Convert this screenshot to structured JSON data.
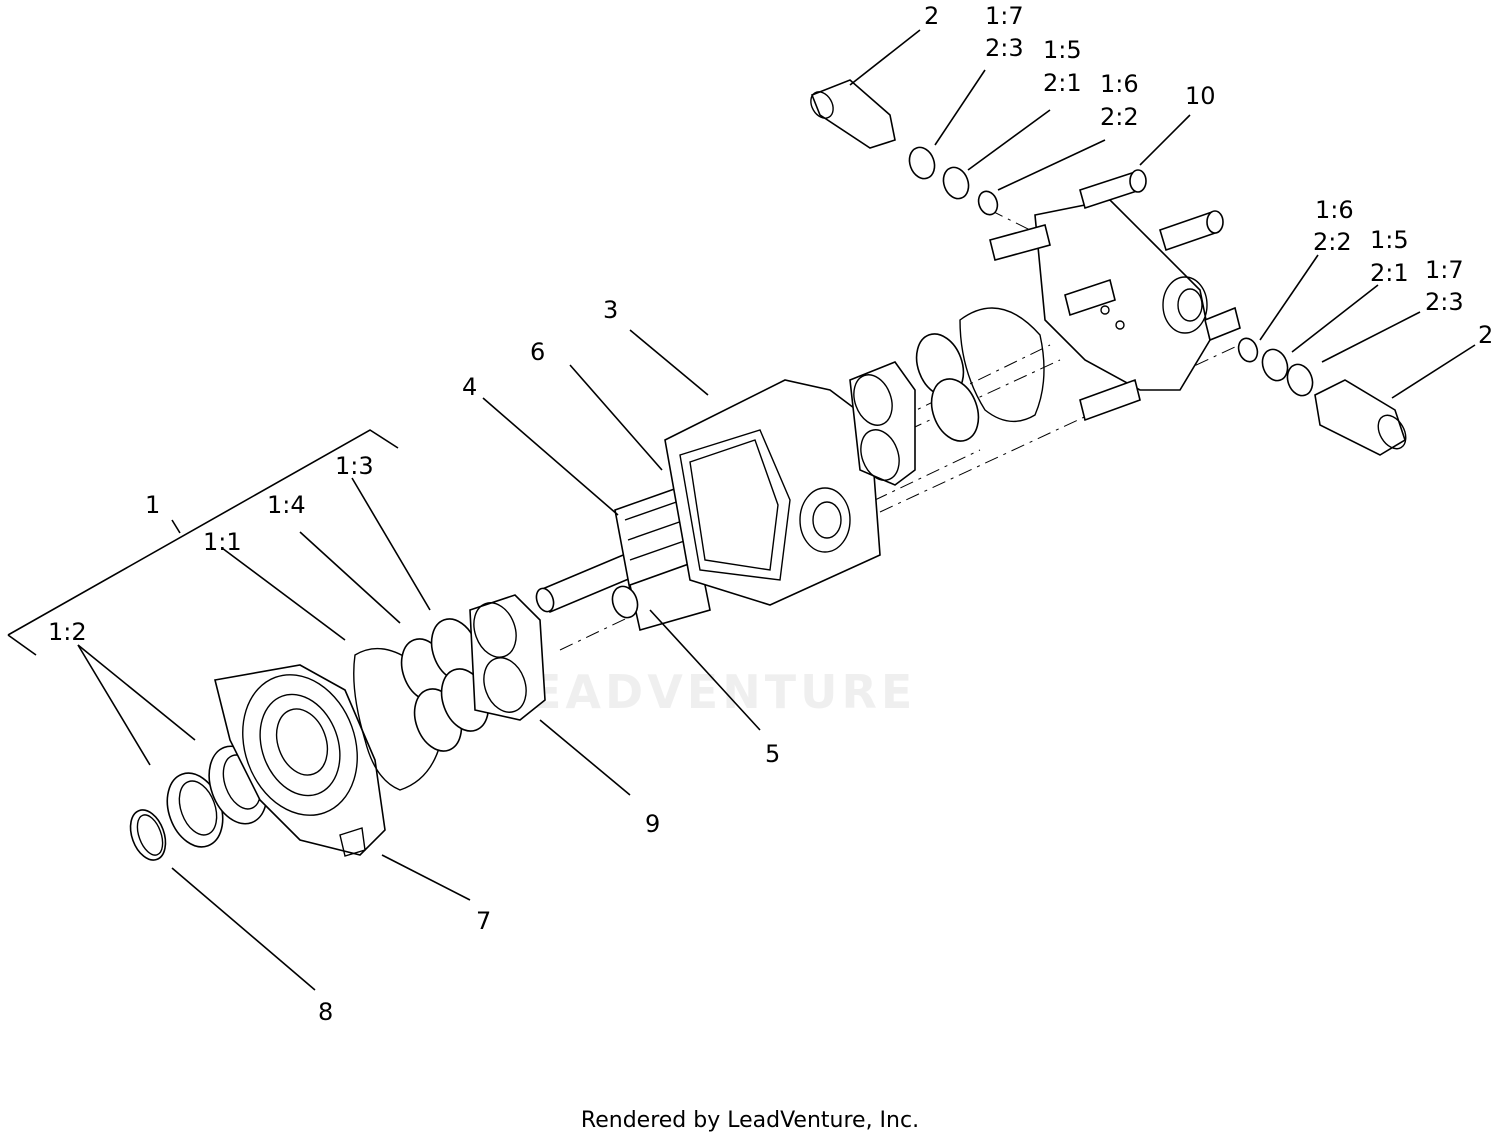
{
  "labels": {
    "c1": "1",
    "c1_1": "1:1",
    "c1_2": "1:2",
    "c1_3": "1:3",
    "c1_4": "1:4",
    "c2_top": "2",
    "c2_right": "2",
    "c3": "3",
    "c4": "4",
    "c5": "5",
    "c6": "6",
    "c7": "7",
    "c8": "8",
    "c9": "9",
    "c10": "10",
    "top_a1": "1:7",
    "top_a2": "2:3",
    "top_b1": "1:5",
    "top_b2": "2:1",
    "top_c1": "1:6",
    "top_c2": "2:2",
    "right_a1": "1:6",
    "right_a2": "2:2",
    "right_b1": "1:5",
    "right_b2": "2:1",
    "right_c1": "1:7",
    "right_c2": "2:3"
  },
  "watermark": "EADVENTURE",
  "footer": "Rendered by LeadVenture, Inc."
}
